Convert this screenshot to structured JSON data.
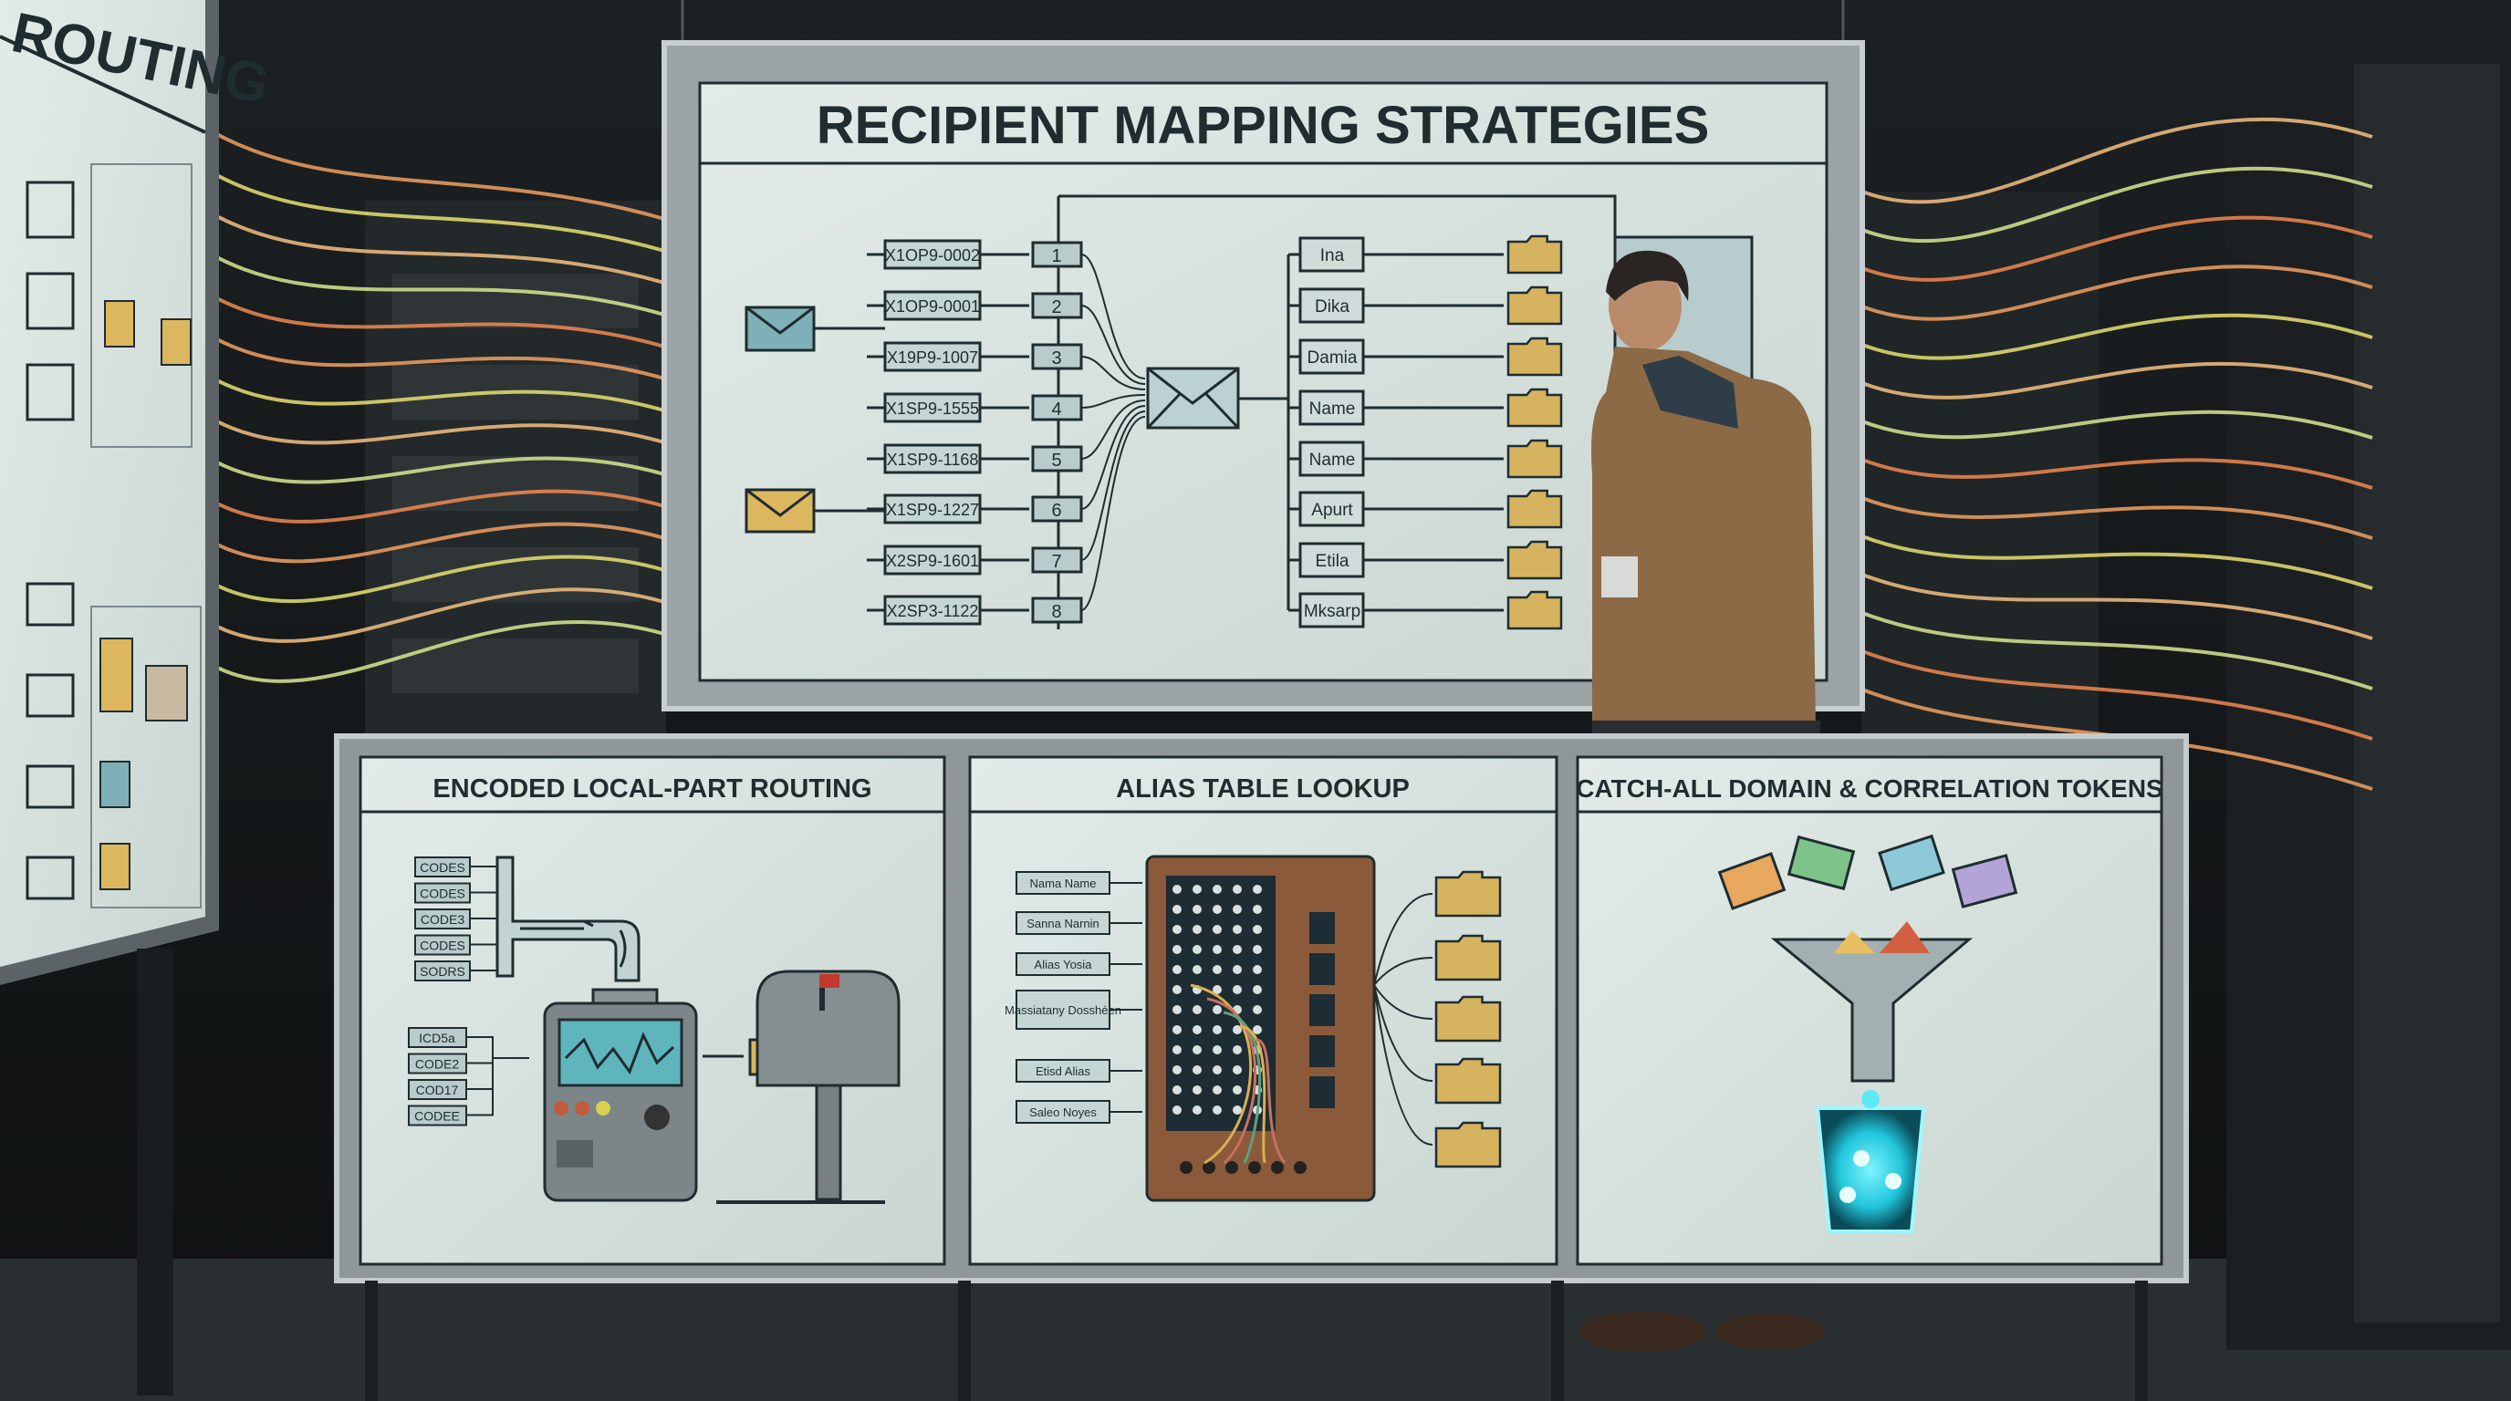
{
  "main_board": {
    "title": "RECIPIENT MAPPING STRATEGIES",
    "encoded_ids": [
      "X1OP9-0002",
      "X1OP9-0001",
      "X19P9-1007",
      "X1SP9-1555",
      "X1SP9-1168",
      "X1SP9-1227",
      "X2SP9-1601",
      "X2SP3-1122"
    ],
    "slots": [
      "1",
      "2",
      "3",
      "4",
      "5",
      "6",
      "7",
      "8"
    ],
    "names": [
      "Ina",
      "Dika",
      "Damia",
      "Name",
      "Name",
      "Apurt",
      "Etila",
      "Mksarp"
    ]
  },
  "left_board": {
    "title": "ROUTING"
  },
  "panels": [
    {
      "title": "ENCODED LOCAL-PART ROUTING",
      "codes_top": [
        "CODES",
        "CODES",
        "CODE3",
        "CODES",
        "SODRS"
      ],
      "codes_bottom": [
        "ICD5a",
        "CODE2",
        "COD17",
        "CODEE"
      ]
    },
    {
      "title": "ALIAS TABLE LOOKUP",
      "aliases": [
        "Nama Name",
        "Sanna Narnin",
        "Alias Yosia",
        "Massiatany Dosshéen",
        "Etisd Alias",
        "Saleo Noyes"
      ]
    },
    {
      "title": "CATCH-ALL DOMAIN & CORRELATION TOKENS"
    }
  ],
  "colors": {
    "background": "#15191b",
    "board": "#d9e3df",
    "ink": "#1f2d30",
    "folder": "#d6b35f",
    "envelope_blue": "#7fb0b8",
    "envelope_yellow": "#dcb760",
    "wire_orange": "#f0a060",
    "wire_yellow": "#e8e070",
    "glow_cyan": "#3fe0f0"
  }
}
